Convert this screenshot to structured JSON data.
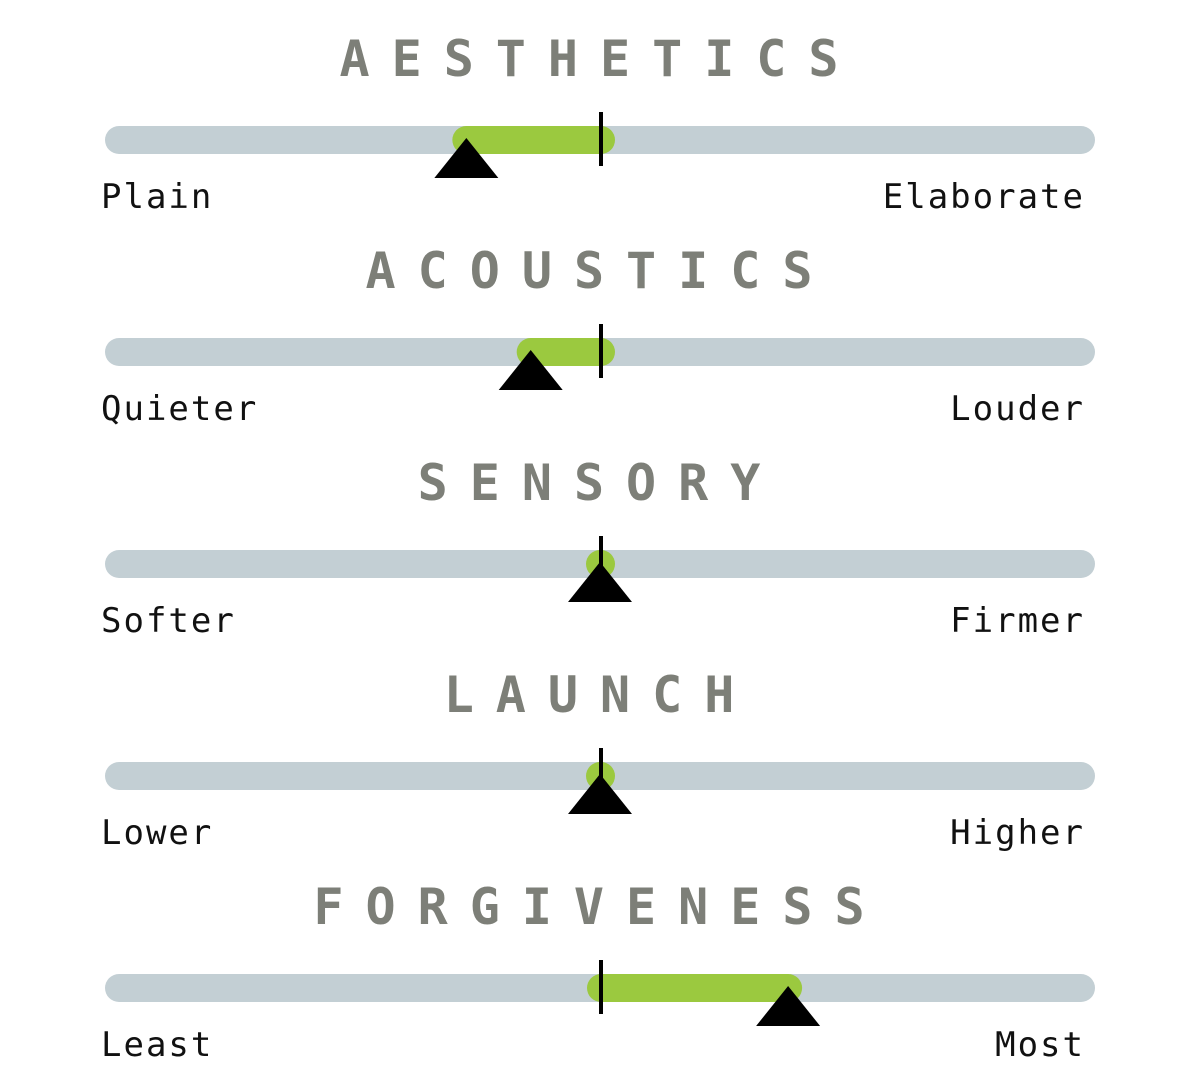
{
  "colors": {
    "track": "#c3cfd4",
    "fill": "#9bc93f",
    "marker": "#000000",
    "title": "#7d7f78",
    "label": "#111111"
  },
  "chart_data": {
    "type": "bar",
    "scale": [
      -1,
      1
    ],
    "center": 0,
    "sliders": [
      {
        "title": "AESTHETICS",
        "left_label": "Plain",
        "right_label": "Elaborate",
        "value": -0.27
      },
      {
        "title": "ACOUSTICS",
        "left_label": "Quieter",
        "right_label": "Louder",
        "value": -0.14
      },
      {
        "title": "SENSORY",
        "left_label": "Softer",
        "right_label": "Firmer",
        "value": 0.0
      },
      {
        "title": "LAUNCH",
        "left_label": "Lower",
        "right_label": "Higher",
        "value": 0.0
      },
      {
        "title": "FORGIVENESS",
        "left_label": "Least",
        "right_label": "Most",
        "value": 0.38
      }
    ]
  }
}
